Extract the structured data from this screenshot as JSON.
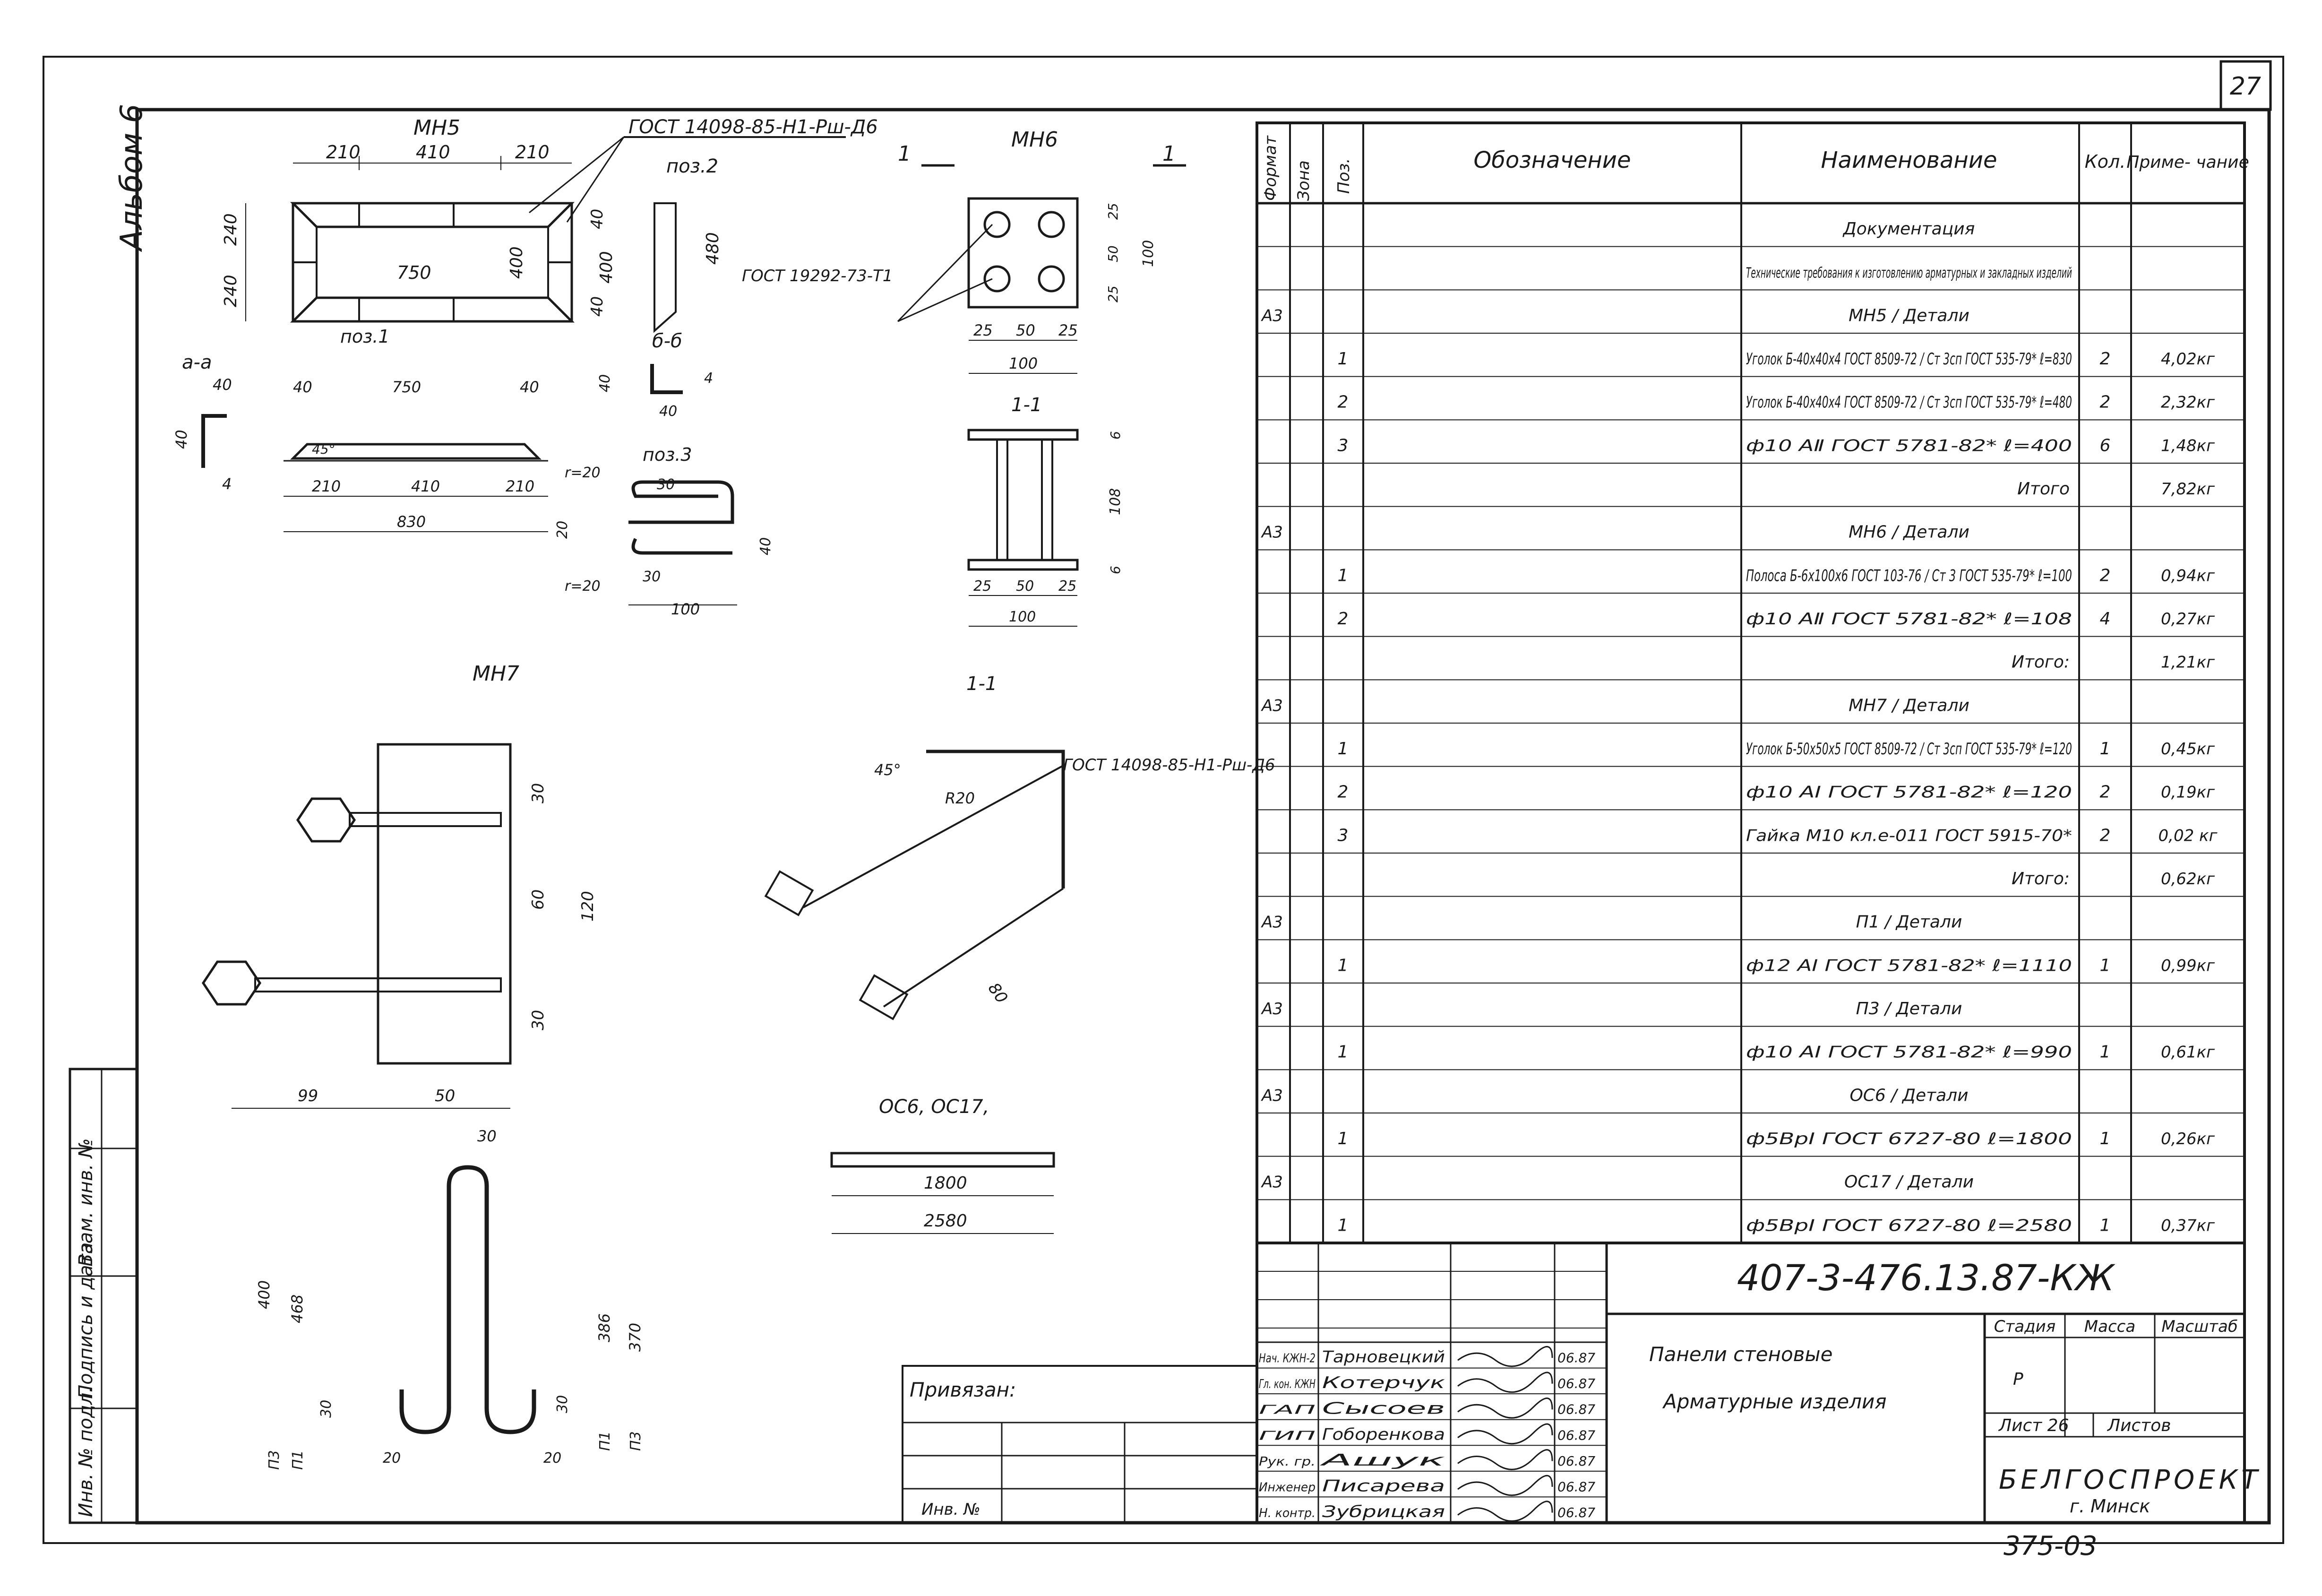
{
  "sheet_number": "27",
  "album_label": "Альбом 6",
  "left_stamp": [
    "Инв. № подл.",
    "Подпись и дата",
    "Взам. инв. №"
  ],
  "drawings": {
    "mn5": {
      "title": "МН5",
      "weld_note": "ГОСТ 14098-85-Н1-Рш-Д6",
      "pos2_label": "поз.2",
      "pos1_label": "поз.1",
      "pos3_label": "поз.3",
      "dims": {
        "d210a": "210",
        "d410": "410",
        "d210b": "210",
        "d240a": "240",
        "d240b": "240",
        "d750": "750",
        "d400": "400",
        "d40a": "40",
        "d40b": "40",
        "d400b": "400",
        "d480": "480"
      },
      "section_a": "а-а",
      "section_b": "б-б",
      "sec_a_dims": {
        "d40a": "40",
        "d40b": "40",
        "d4": "4"
      },
      "pos1_dims": {
        "d40": "40",
        "d750": "750",
        "d40b": "40",
        "d45": "45°",
        "d210": "210",
        "d410": "410",
        "d210b": "210",
        "d830": "830"
      },
      "sec_b_dims": {
        "d40": "40",
        "d4": "4",
        "d40b": "40"
      },
      "pos3_dims": {
        "r1": "r=20",
        "r2": "r=20",
        "d30": "30",
        "d30b": "30",
        "d20": "20",
        "d40": "40",
        "d100": "100"
      }
    },
    "mn6": {
      "title": "МН6",
      "gost": "ГОСТ 19292-73-Т1",
      "dims": {
        "d25": "25",
        "d50": "50",
        "d25b": "25",
        "d100": "100",
        "dv25": "25",
        "dv50": "50",
        "dv25b": "25",
        "dv100": "100"
      },
      "section_label": "1-1",
      "sec_dims": {
        "d25": "25",
        "d50": "50",
        "d25b": "25",
        "d100": "100",
        "d6": "6",
        "d108": "108",
        "d6b": "6"
      }
    },
    "mn7": {
      "title": "МН7",
      "dims": {
        "d30": "30",
        "d60": "60",
        "d30b": "30",
        "d120": "120",
        "d99": "99",
        "d50": "50"
      },
      "section_label": "1-1",
      "weld_note": "ГОСТ 14098-85-Н1-Рш-Д6",
      "angle": "45°",
      "radius": "R20",
      "d80": "80"
    },
    "os": {
      "title": "ОС6, ОС17,",
      "len1": "1800",
      "len2": "2580"
    },
    "p1": {
      "dims": {
        "d30": "30",
        "d400": "400",
        "d468": "468",
        "d30b": "30",
        "d20a": "20",
        "d386": "386",
        "d370": "370",
        "d20b": "20",
        "d30c": "30",
        "dp3": "П3",
        "dp1": "П1",
        "dp1b": "П1",
        "dp3b": "П3"
      }
    }
  },
  "spec": {
    "headers": [
      "Формат",
      "Зона",
      "Поз.",
      "Обозначение",
      "Наименование",
      "Кол.",
      "Приме- чание"
    ],
    "rows": [
      {
        "fmt": "",
        "pos": "",
        "name": "Документация",
        "qty": "",
        "note": "",
        "kind": "center"
      },
      {
        "fmt": "",
        "pos": "",
        "name": "Технические требования к изготовлению арматурных и закладных изделий",
        "qty": "",
        "note": "",
        "kind": "multi"
      },
      {
        "fmt": "А3",
        "pos": "",
        "name": "МН5 / Детали",
        "qty": "",
        "note": "",
        "kind": "center"
      },
      {
        "fmt": "",
        "pos": "1",
        "name": "Уголок Б-40х40х4 ГОСТ 8509-72 / Ст 3сп ГОСТ 535-79* ℓ=830",
        "qty": "2",
        "note": "4,02кг"
      },
      {
        "fmt": "",
        "pos": "2",
        "name": "Уголок Б-40х40х4 ГОСТ 8509-72 / Ст 3сп ГОСТ 535-79* ℓ=480",
        "qty": "2",
        "note": "2,32кг"
      },
      {
        "fmt": "",
        "pos": "3",
        "name": "ф10 АⅡ ГОСТ 5781-82* ℓ=400",
        "qty": "6",
        "note": "1,48кг"
      },
      {
        "fmt": "",
        "pos": "",
        "name": "Итого",
        "qty": "",
        "note": "7,82кг",
        "kind": "right"
      },
      {
        "fmt": "А3",
        "pos": "",
        "name": "МН6 / Детали",
        "qty": "",
        "note": "",
        "kind": "center"
      },
      {
        "fmt": "",
        "pos": "1",
        "name": "Полоса Б-6х100х6 ГОСТ 103-76 / Ст 3 ГОСТ 535-79* ℓ=100",
        "qty": "2",
        "note": "0,94кг"
      },
      {
        "fmt": "",
        "pos": "2",
        "name": "ф10 АⅡ ГОСТ 5781-82* ℓ=108",
        "qty": "4",
        "note": "0,27кг"
      },
      {
        "fmt": "",
        "pos": "",
        "name": "Итого:",
        "qty": "",
        "note": "1,21кг",
        "kind": "right"
      },
      {
        "fmt": "А3",
        "pos": "",
        "name": "МН7 / Детали",
        "qty": "",
        "note": "",
        "kind": "center"
      },
      {
        "fmt": "",
        "pos": "1",
        "name": "Уголок Б-50х50х5 ГОСТ 8509-72 / Ст 3сп ГОСТ 535-79* ℓ=120",
        "qty": "1",
        "note": "0,45кг"
      },
      {
        "fmt": "",
        "pos": "2",
        "name": "ф10 АⅠ ГОСТ 5781-82* ℓ=120",
        "qty": "2",
        "note": "0,19кг"
      },
      {
        "fmt": "",
        "pos": "3",
        "name": "Гайка М10 кл.е-011 ГОСТ 5915-70*",
        "qty": "2",
        "note": "0,02 кг"
      },
      {
        "fmt": "",
        "pos": "",
        "name": "Итого:",
        "qty": "",
        "note": "0,62кг",
        "kind": "right"
      },
      {
        "fmt": "А3",
        "pos": "",
        "name": "П1 / Детали",
        "qty": "",
        "note": "",
        "kind": "center"
      },
      {
        "fmt": "",
        "pos": "1",
        "name": "ф12 АⅠ ГОСТ 5781-82* ℓ=1110",
        "qty": "1",
        "note": "0,99кг"
      },
      {
        "fmt": "А3",
        "pos": "",
        "name": "П3 / Детали",
        "qty": "",
        "note": "",
        "kind": "center"
      },
      {
        "fmt": "",
        "pos": "1",
        "name": "ф10 АⅠ ГОСТ 5781-82* ℓ=990",
        "qty": "1",
        "note": "0,61кг"
      },
      {
        "fmt": "А3",
        "pos": "",
        "name": "ОС6 / Детали",
        "qty": "",
        "note": "",
        "kind": "center"
      },
      {
        "fmt": "",
        "pos": "1",
        "name": "ф5ВрⅠ ГОСТ 6727-80 ℓ=1800",
        "qty": "1",
        "note": "0,26кг"
      },
      {
        "fmt": "А3",
        "pos": "",
        "name": "ОС17 / Детали",
        "qty": "",
        "note": "",
        "kind": "center"
      },
      {
        "fmt": "",
        "pos": "1",
        "name": "ф5ВрⅠ ГОСТ 6727-80 ℓ=2580",
        "qty": "1",
        "note": "0,37кг"
      }
    ]
  },
  "title_block": {
    "designation": "407-3-476.13.87-КЖ",
    "title_line1": "Панели стеновые",
    "title_line2": "Арматурные изделия",
    "stage_header": "Стадия",
    "mass_header": "Масса",
    "scale_header": "Масштаб",
    "stage_value": "Р",
    "sheet_label": "Лист 26",
    "sheets_label": "Листов",
    "org": "БЕЛГОСПРОЕКТ",
    "city": "г. Минск",
    "people": [
      {
        "role": "Нач. КЖН-2",
        "name": "Тарновецкий",
        "date": "06.87"
      },
      {
        "role": "Гл. кон. КЖН",
        "name": "Котерчук",
        "date": "06.87"
      },
      {
        "role": "ГАП",
        "name": "Сысоев",
        "date": "06.87"
      },
      {
        "role": "ГИП",
        "name": "Гоборенкова",
        "date": "06.87"
      },
      {
        "role": "Рук. гр.",
        "name": "Ашук",
        "date": "06.87"
      },
      {
        "role": "Инженер",
        "name": "Писарева",
        "date": "06.87"
      },
      {
        "role": "Н. контр.",
        "name": "Зубрицкая",
        "date": "06.87"
      }
    ],
    "privyazan": "Привязан:",
    "inv": "Инв. №"
  },
  "bottom_code": "375-03"
}
